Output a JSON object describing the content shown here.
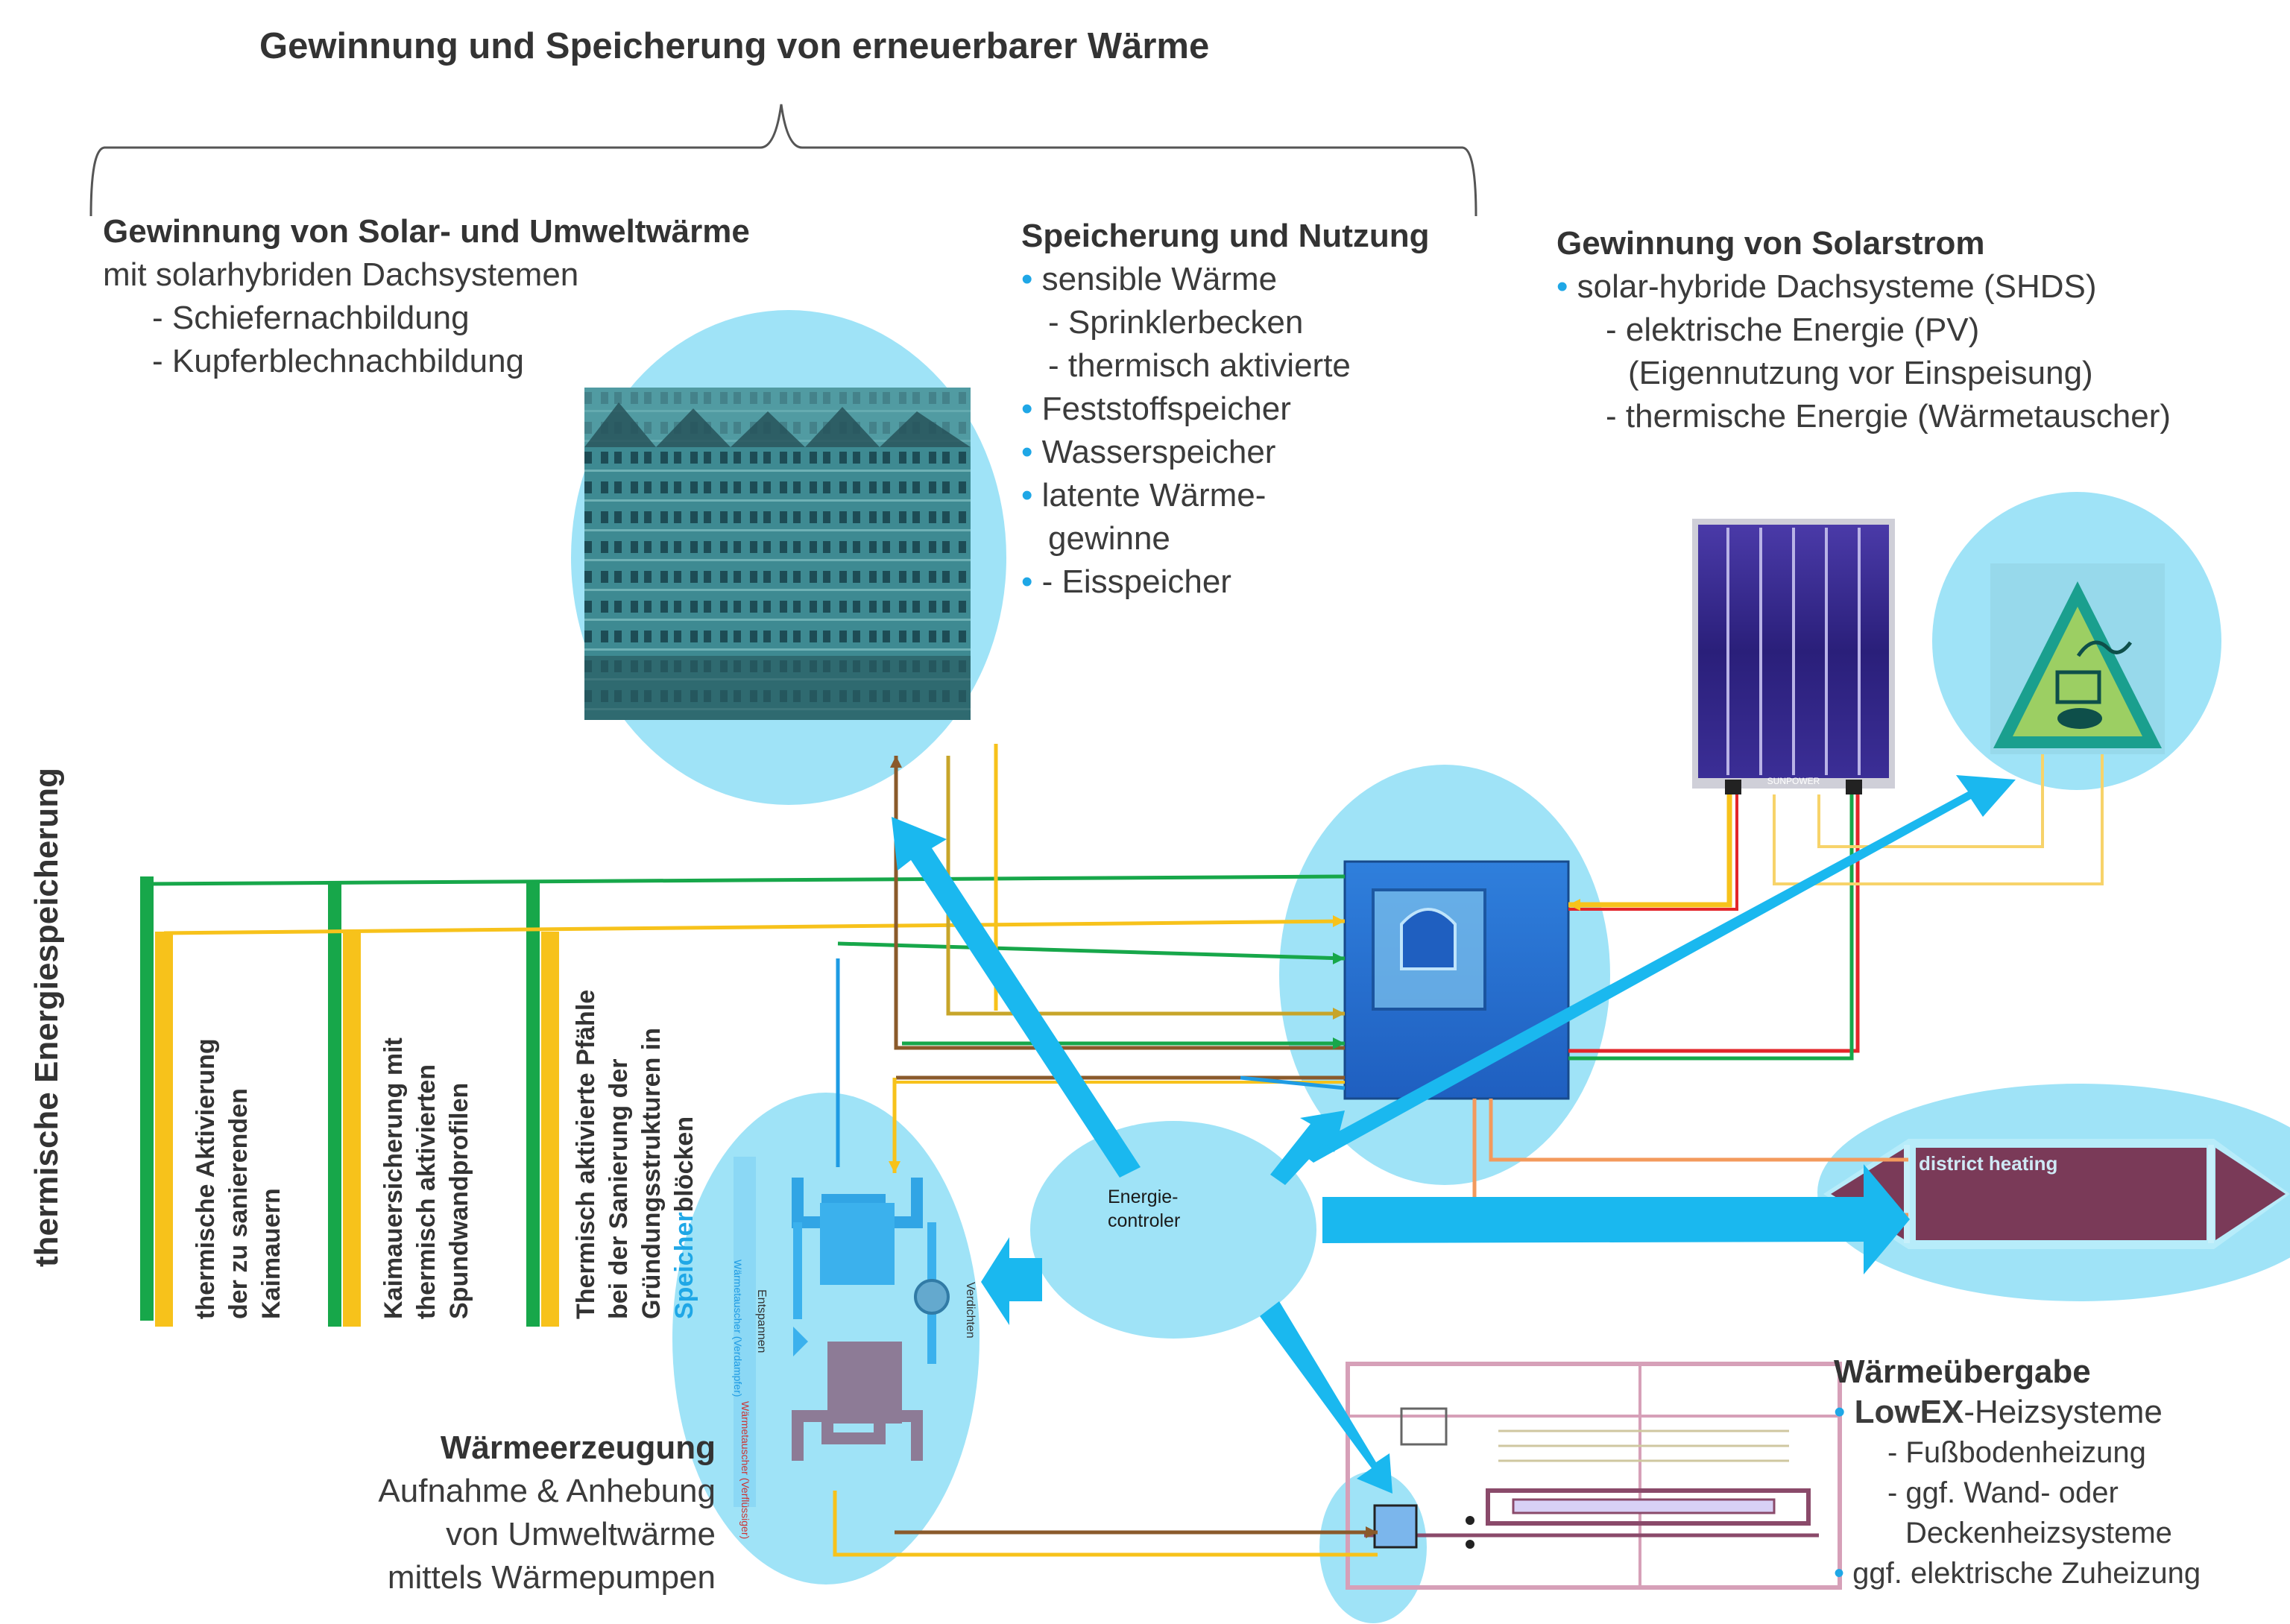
{
  "title": "Gewinnung und Speicherung von erneuerbarer Wärme",
  "left_vertical": "thermische Energiespeicherung",
  "solar_env": {
    "heading": "Gewinnung von Solar- und Umweltwärme",
    "line1": "mit solarhybriden Dachsystemen",
    "item1": "- Schiefernachbildung",
    "item2": "- Kupferblechnachbildung"
  },
  "storage": {
    "heading": "Speicherung und Nutzung",
    "b1": "sensible Wärme",
    "b1a": "- Sprinklerbecken",
    "b1b": "- thermisch aktivierte",
    "b2": "Feststoffspeicher",
    "b3": "Wasserspeicher",
    "b4a": "latente Wärme-",
    "b4b": "gewinne",
    "b5": " - Eisspeicher",
    "bullet": "•"
  },
  "solar_power": {
    "heading": "Gewinnung von Solarstrom",
    "b1": "solar-hybride Dachsysteme (SHDS)",
    "s1": "- elektrische Energie (PV)",
    "s1b": "(Eigennutzung vor Einspeisung)",
    "s2": "- thermische Energie (Wärmetauscher)"
  },
  "pillars": {
    "p1": [
      "thermische Aktivierung",
      "der zu sanierenden",
      "Kaimauern"
    ],
    "p2": [
      "Kaimauersicherung mit",
      "thermisch aktivierten",
      "Spundwandprofilen"
    ],
    "p3a": [
      "Thermisch aktivierte Pfähle",
      "bei der Sanierung der",
      "Gründungsstrukturen in"
    ],
    "p3b_prefix": "Speicher",
    "p3b_suffix": "blöcken"
  },
  "heatpump": {
    "heading": "Wärmeerzeugung",
    "l1": "Aufnahme & Anhebung",
    "l2": "von Umweltwärme",
    "l3": "mittels Wärmepumpen",
    "lbl_evap": "Wärmetauscher (Verdampfer)",
    "lbl_cond": "Wärmetauscher (Verflüssiger)",
    "lbl_expand": "Entspannen",
    "lbl_compress": "Verdichten"
  },
  "controller": {
    "l1": "Energie-",
    "l2": "controler"
  },
  "district": {
    "label": "district heating"
  },
  "panel": {
    "label": "SUNPOWER"
  },
  "transfer": {
    "heading": "Wärmeübergabe",
    "b1_bold": "LowEX",
    "b1_rest": "-Heizsysteme",
    "s1": "- Fußbodenheizung",
    "s2": "- ggf. Wand- oder",
    "s2b": "Deckenheizsysteme",
    "b2": "ggf. elektrische Zuheizung"
  },
  "colors": {
    "bubble": "#9fe3f7",
    "arrow": "#1ab8ef",
    "green": "#17a74a",
    "yellow": "#f7c21b",
    "brown": "#8a5a2b",
    "orange": "#f39a5c",
    "red": "#e3262a",
    "district": "#7a3a58"
  }
}
